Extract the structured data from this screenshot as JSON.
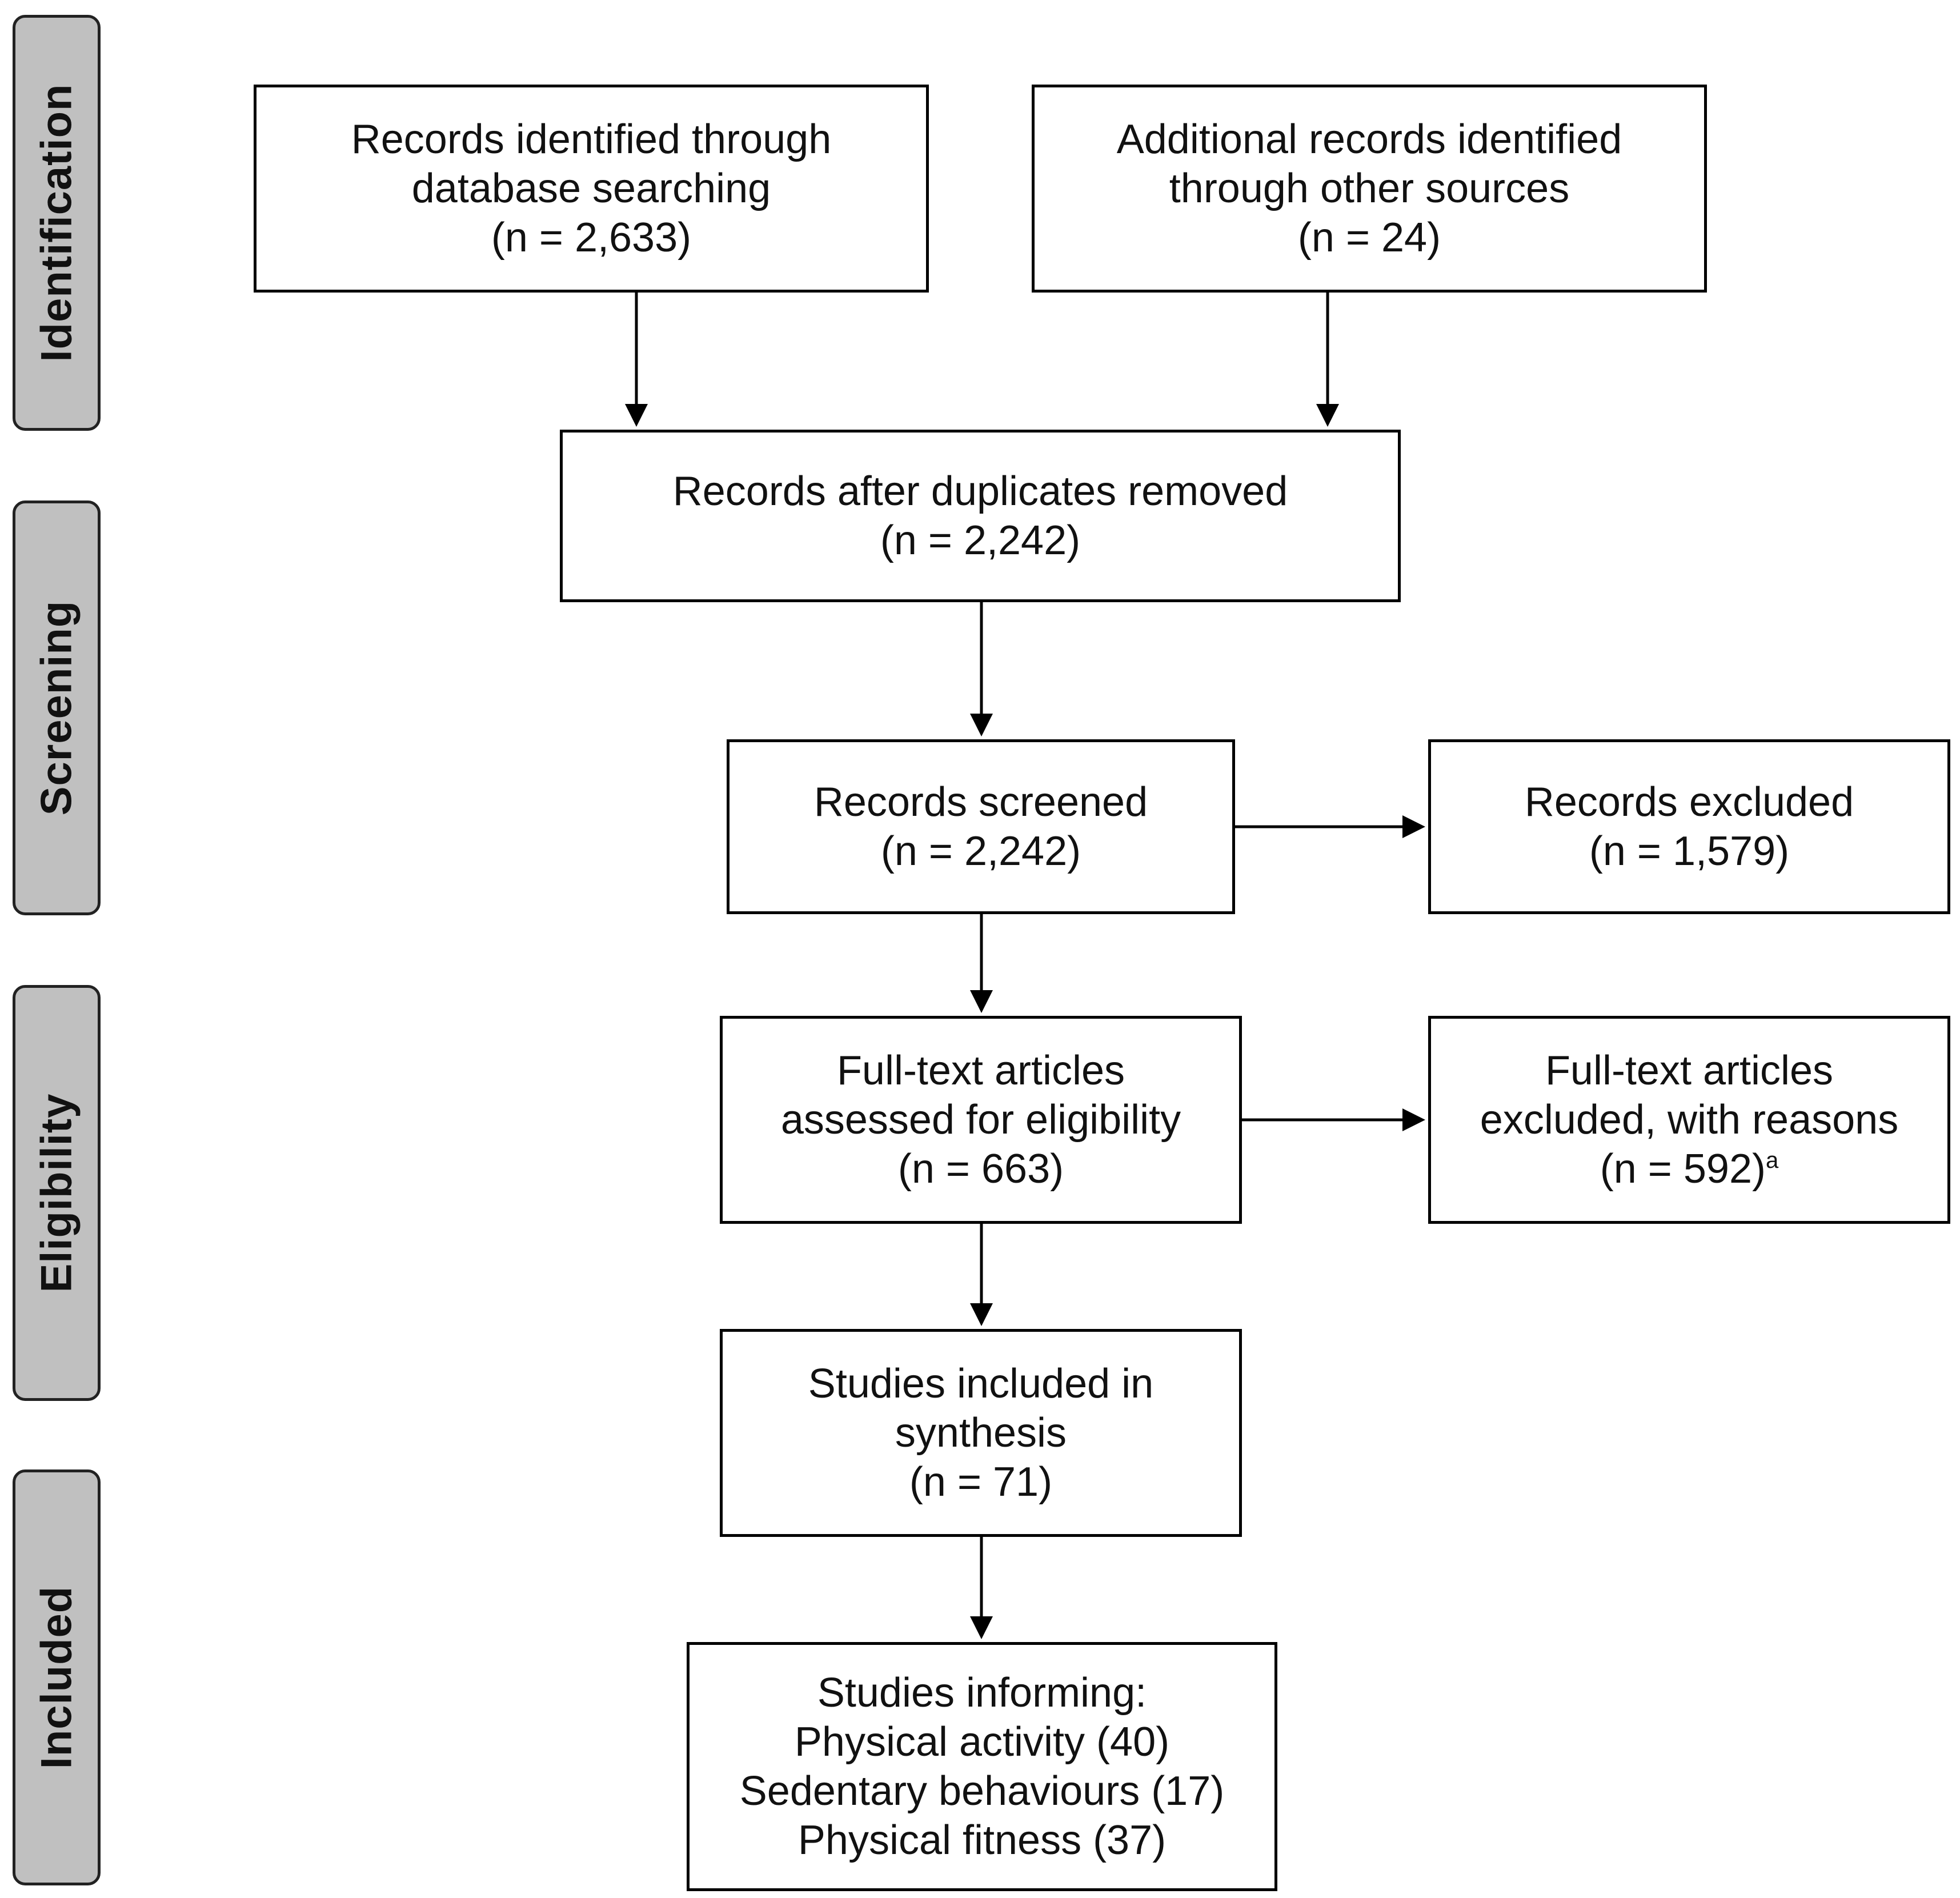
{
  "phases": [
    {
      "label": "Identification"
    },
    {
      "label": "Screening"
    },
    {
      "label": "Eligibility"
    },
    {
      "label": "Included"
    }
  ],
  "boxes": {
    "db_search": {
      "line1": "Records identified through",
      "line2": "database searching",
      "count": "(n = 2,633)"
    },
    "other_src": {
      "line1": "Additional records identified",
      "line2": "through other sources",
      "count": "(n = 24)"
    },
    "duplicates": {
      "line1": "Records after duplicates removed",
      "count": "(n = 2,242)"
    },
    "screened": {
      "line1": "Records screened",
      "count": "(n = 2,242)"
    },
    "excluded": {
      "line1": "Records excluded",
      "count": "(n = 1,579)"
    },
    "full_text": {
      "line1": "Full-text articles",
      "line2": "assessed for eligibility",
      "count": "(n = 663)"
    },
    "full_excl": {
      "line1": "Full-text articles",
      "line2": "excluded, with reasons",
      "count": "(n = 592)",
      "footnote": "a"
    },
    "synthesis": {
      "line1": "Studies included in",
      "line2": "synthesis",
      "count": "(n = 71)"
    },
    "informing": {
      "line1": "Studies informing:",
      "line2": "Physical activity (40)",
      "line3": "Sedentary behaviours (17)",
      "line4": "Physical fitness (37)"
    }
  }
}
